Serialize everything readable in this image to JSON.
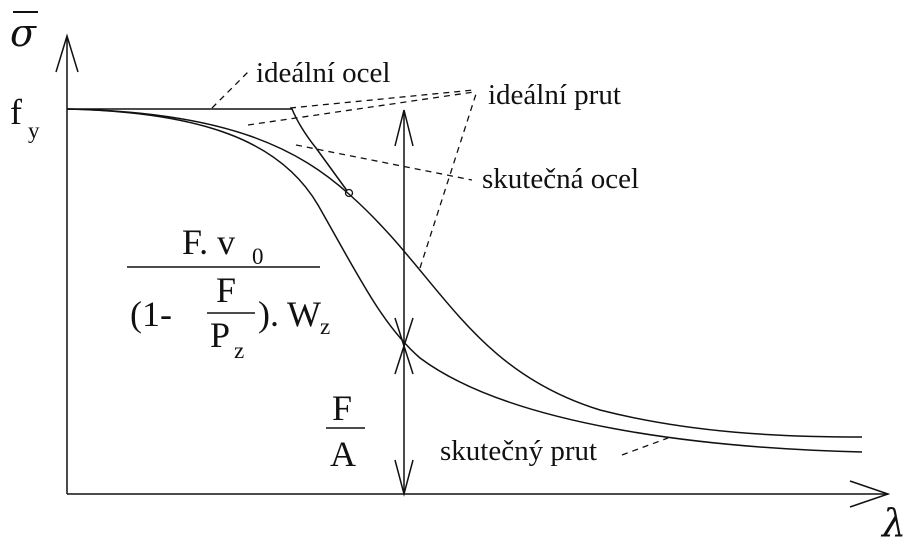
{
  "axes": {
    "y_symbol": "σ",
    "x_symbol": "λ",
    "fy_main": "f",
    "fy_sub": "y"
  },
  "labels": {
    "idealni_ocel": "ideální ocel",
    "idealni_prut": "ideální prut",
    "skutecna_ocel": "skutečná ocel",
    "skutecny_prut": "skutečný prut"
  },
  "formula_bending": {
    "numerator_main": "F. v",
    "numerator_sub": "0",
    "den_open": "(1-",
    "inner_num": "F",
    "inner_den_main": "P",
    "inner_den_sub": "z",
    "den_close": ").",
    "den_w_main": "W",
    "den_w_sub": "z"
  },
  "formula_axial": {
    "numerator": "F",
    "denominator": "A"
  }
}
